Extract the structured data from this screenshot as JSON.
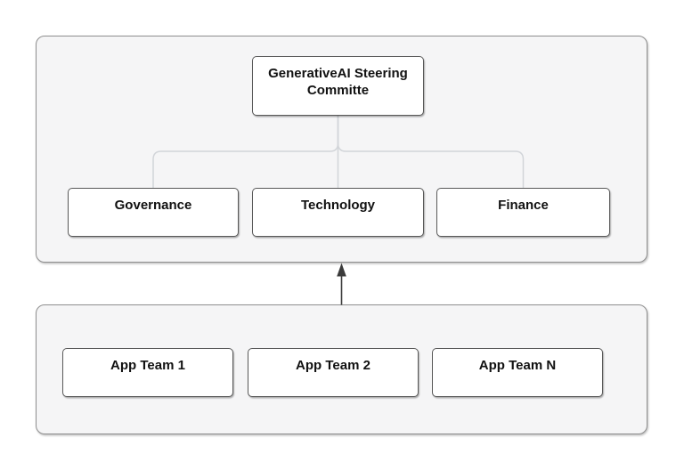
{
  "colors": {
    "page_bg": "#ffffff",
    "container_bg": "#f5f5f6",
    "container_border": "#8f8f8f",
    "node_bg": "#ffffff",
    "node_border": "#595959",
    "text": "#111111",
    "connector": "#d2d5d9",
    "arrow": "#3b3b3b"
  },
  "diagram": {
    "steering_container": {
      "committee": {
        "label": "GenerativeAI Steering Committe"
      },
      "subcommittees": [
        {
          "label": "Governance"
        },
        {
          "label": "Technology"
        },
        {
          "label": "Finance"
        }
      ]
    },
    "app_teams_container": {
      "teams": [
        {
          "label": "App Team 1"
        },
        {
          "label": "App Team 2"
        },
        {
          "label": "App Team N"
        }
      ]
    }
  }
}
